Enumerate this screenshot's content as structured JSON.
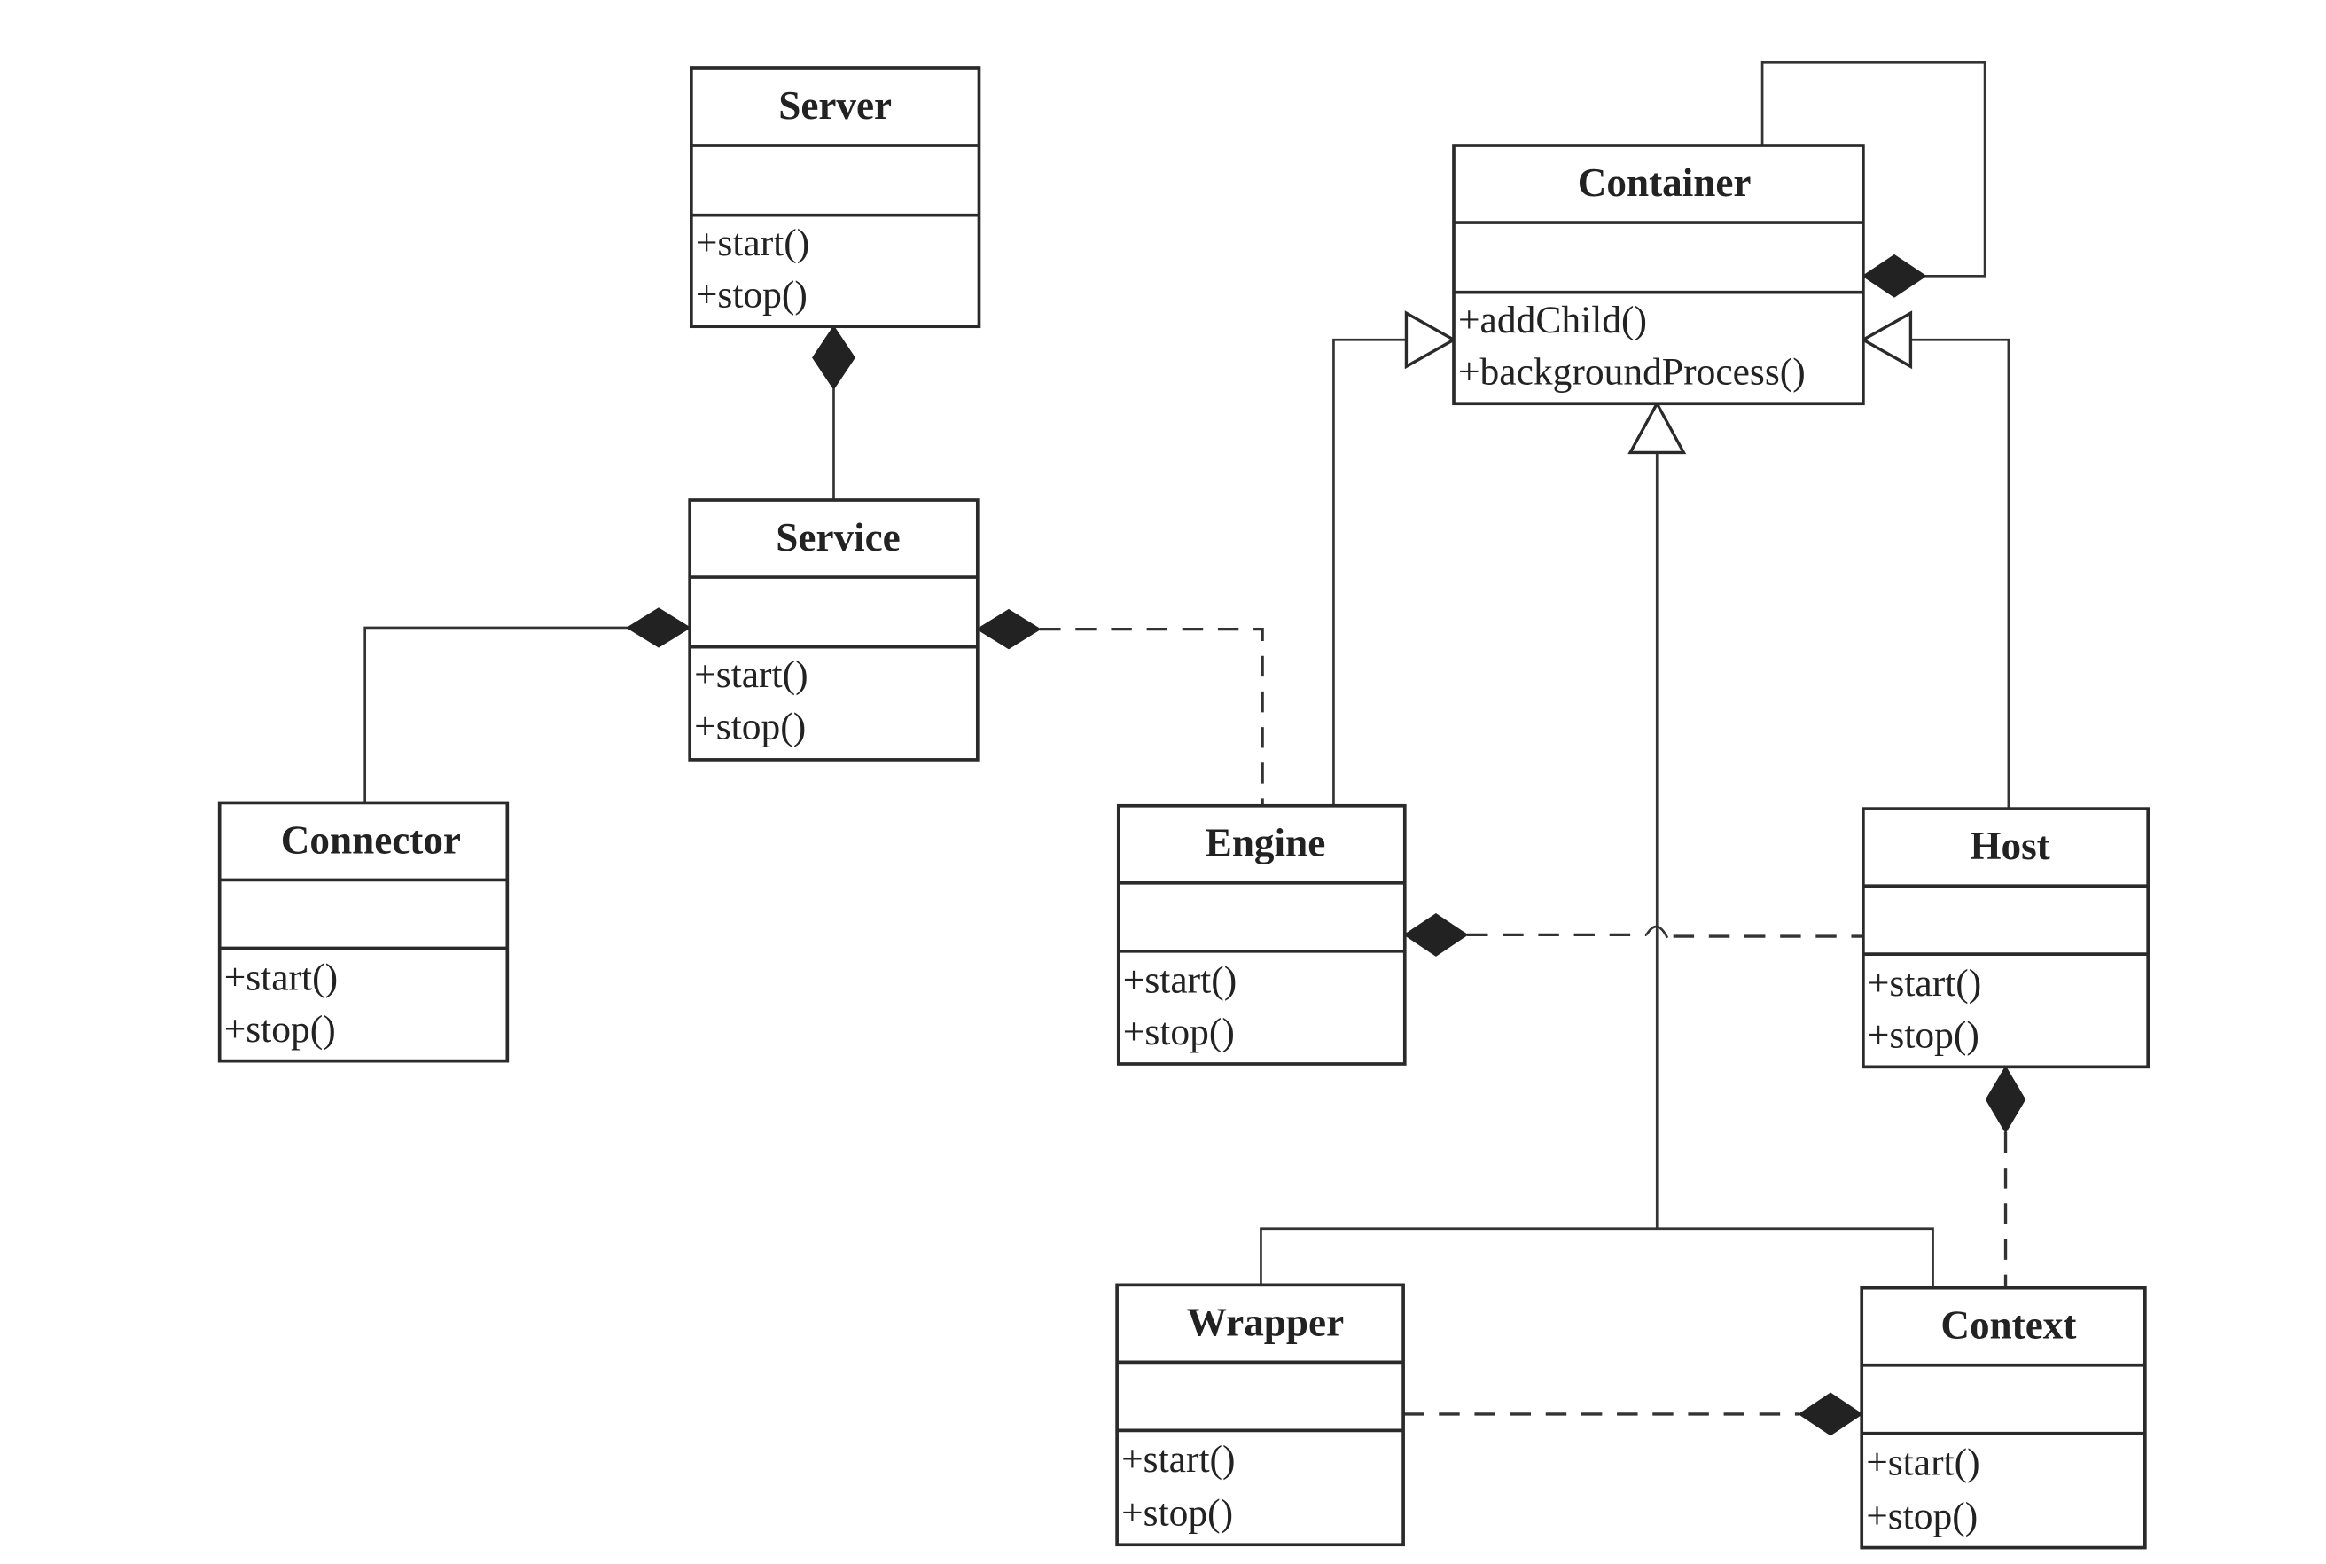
{
  "diagram": {
    "type": "UML class diagram",
    "classes": [
      {
        "id": "server",
        "name": "Server",
        "attributes": [],
        "methods": [
          "+start()",
          "+stop()"
        ]
      },
      {
        "id": "service",
        "name": "Service",
        "attributes": [],
        "methods": [
          "+start()",
          "+stop()"
        ]
      },
      {
        "id": "connector",
        "name": "Connector",
        "attributes": [],
        "methods": [
          "+start()",
          "+stop()"
        ]
      },
      {
        "id": "container",
        "name": "Container",
        "attributes": [],
        "methods": [
          "+addChild()",
          "+backgroundProcess()"
        ]
      },
      {
        "id": "engine",
        "name": "Engine",
        "attributes": [],
        "methods": [
          "+start()",
          "+stop()"
        ]
      },
      {
        "id": "host",
        "name": "Host",
        "attributes": [],
        "methods": [
          "+start()",
          "+stop()"
        ]
      },
      {
        "id": "wrapper",
        "name": "Wrapper",
        "attributes": [],
        "methods": [
          "+start()",
          "+stop()"
        ]
      },
      {
        "id": "context",
        "name": "Context",
        "attributes": [],
        "methods": [
          "+start()",
          "+stop()"
        ]
      }
    ],
    "relationships": [
      {
        "type": "composition",
        "whole": "Server",
        "part": "Service",
        "style": "solid"
      },
      {
        "type": "composition",
        "whole": "Service",
        "part": "Connector",
        "style": "solid"
      },
      {
        "type": "composition",
        "whole": "Service",
        "part": "Engine",
        "style": "dashed"
      },
      {
        "type": "composition",
        "whole": "Container",
        "part": "Container",
        "style": "solid"
      },
      {
        "type": "generalization",
        "child": "Engine",
        "parent": "Container"
      },
      {
        "type": "generalization",
        "child": "Host",
        "parent": "Container"
      },
      {
        "type": "generalization",
        "child": "Wrapper",
        "parent": "Container"
      },
      {
        "type": "generalization",
        "child": "Context",
        "parent": "Container"
      },
      {
        "type": "composition",
        "whole": "Engine",
        "part": "Host",
        "style": "dashed"
      },
      {
        "type": "composition",
        "whole": "Host",
        "part": "Context",
        "style": "dashed"
      },
      {
        "type": "composition",
        "whole": "Context",
        "part": "Wrapper",
        "style": "dashed"
      }
    ],
    "colors": {
      "line": "#333333",
      "fill": "#ffffff",
      "diamond": "#222222"
    }
  }
}
